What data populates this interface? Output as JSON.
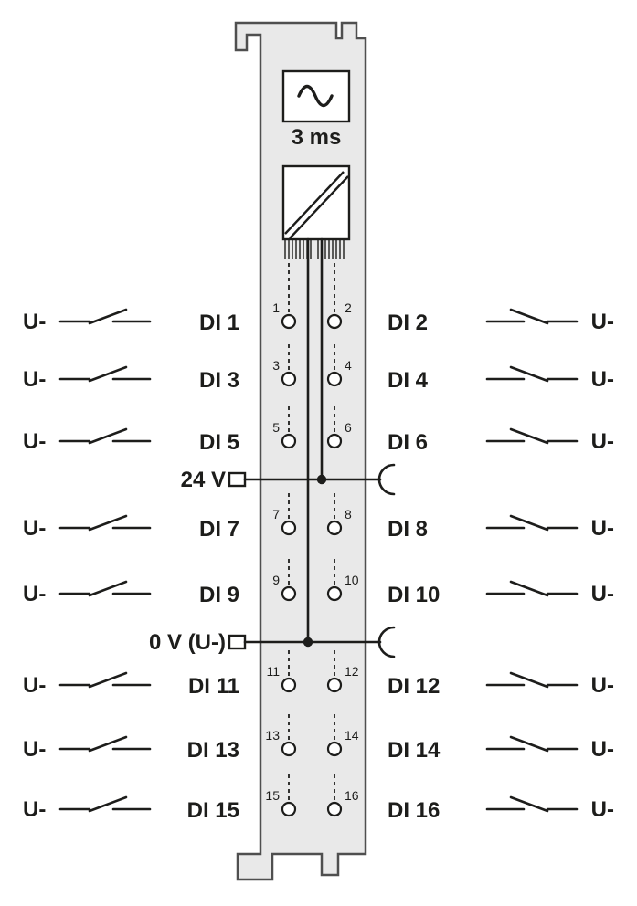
{
  "diagram": {
    "filter_time_label": "3 ms",
    "field_label": "U-",
    "rails": {
      "positive_label": "24 V",
      "negative_label": "0 V (U-)"
    },
    "channels": [
      {
        "left": {
          "label": "DI 1",
          "pin": "1"
        },
        "right": {
          "label": "DI 2",
          "pin": "2"
        }
      },
      {
        "left": {
          "label": "DI 3",
          "pin": "3"
        },
        "right": {
          "label": "DI 4",
          "pin": "4"
        }
      },
      {
        "left": {
          "label": "DI 5",
          "pin": "5"
        },
        "right": {
          "label": "DI 6",
          "pin": "6"
        }
      },
      {
        "left": {
          "label": "DI 7",
          "pin": "7"
        },
        "right": {
          "label": "DI 8",
          "pin": "8"
        }
      },
      {
        "left": {
          "label": "DI 9",
          "pin": "9"
        },
        "right": {
          "label": "DI 10",
          "pin": "10"
        }
      },
      {
        "left": {
          "label": "DI 11",
          "pin": "11"
        },
        "right": {
          "label": "DI 12",
          "pin": "12"
        }
      },
      {
        "left": {
          "label": "DI 13",
          "pin": "13"
        },
        "right": {
          "label": "DI 14",
          "pin": "14"
        }
      },
      {
        "left": {
          "label": "DI 15",
          "pin": "15"
        },
        "right": {
          "label": "DI 16",
          "pin": "16"
        }
      }
    ],
    "colors": {
      "module_fill": "#e9e9e9",
      "module_stroke": "#4f4f4f",
      "circuit": "#1d1d1b"
    }
  }
}
